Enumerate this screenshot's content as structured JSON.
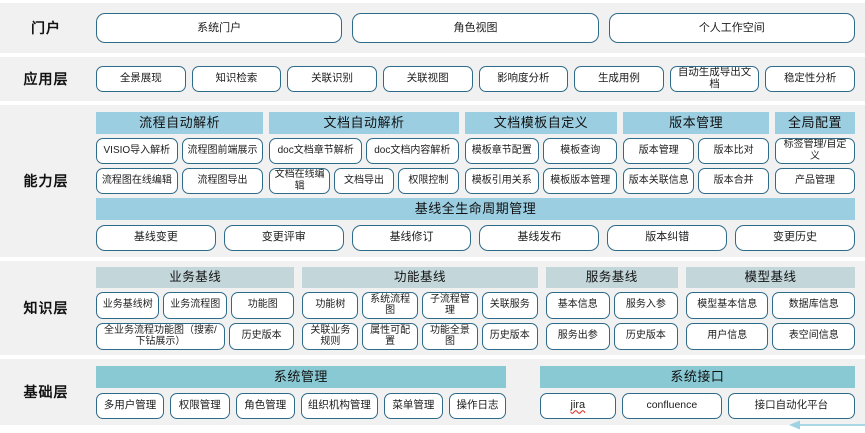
{
  "colors": {
    "row_bg": "#f1f1f1",
    "pill_border": "#2e6b8a",
    "capability_header": "#9ccee2",
    "knowledge_header": "#c3d6da",
    "base_header": "#89c9d4",
    "arrow": "#9fd3e3",
    "page_bg": "#ffffff"
  },
  "layers": [
    {
      "key": "portal",
      "label": "门户",
      "items": [
        "系统门户",
        "角色视图",
        "个人工作空间"
      ]
    },
    {
      "key": "application",
      "label": "应用层",
      "items": [
        "全景展现",
        "知识检索",
        "关联识别",
        "关联视图",
        "影响度分析",
        "生成用例",
        "自动生成导出文档",
        "稳定性分析"
      ]
    },
    {
      "key": "capability",
      "label": "能力层",
      "groups": [
        {
          "title": "流程自动解析",
          "flex": 23,
          "rows": [
            [
              "VISIO导入解析",
              "流程图前端展示"
            ],
            [
              "流程图在线编辑",
              "流程图导出"
            ]
          ]
        },
        {
          "title": "文档自动解析",
          "flex": 26,
          "rows": [
            [
              "doc文档章节解析",
              "doc文档内容解析"
            ],
            [
              "文档在线编辑",
              "文档导出",
              "权限控制"
            ]
          ]
        },
        {
          "title": "文档模板自定义",
          "flex": 21,
          "rows": [
            [
              "模板章节配置",
              "模板查询"
            ],
            [
              "模板引用关系",
              "模板版本管理"
            ]
          ]
        },
        {
          "title": "版本管理",
          "flex": 20,
          "rows": [
            [
              "版本管理",
              "版本比对"
            ],
            [
              "版本关联信息",
              "版本合并"
            ]
          ]
        },
        {
          "title": "全局配置",
          "flex": 11,
          "rows": [
            [
              "标签管理/自定义"
            ],
            [
              "产品管理"
            ]
          ]
        }
      ],
      "baseline": {
        "title": "基线全生命周期管理",
        "items": [
          "基线变更",
          "变更评审",
          "基线修订",
          "基线发布",
          "版本纠错",
          "变更历史"
        ]
      }
    },
    {
      "key": "knowledge",
      "label": "知识层",
      "groups": [
        {
          "title": "业务基线",
          "flex": 27,
          "rows": [
            [
              "业务基线树",
              "业务流程图",
              "功能图"
            ],
            [
              "全业务流程功能图（搜索/下钻展示）",
              "历史版本"
            ]
          ],
          "row_weights": [
            [
              1,
              1,
              1
            ],
            [
              2.1,
              1
            ]
          ]
        },
        {
          "title": "功能基线",
          "flex": 32,
          "rows": [
            [
              "功能树",
              "系统流程图",
              "子流程管理",
              "关联服务"
            ],
            [
              "关联业务规则",
              "属性可配置",
              "功能全景图",
              "历史版本"
            ]
          ],
          "row_weights": [
            [
              1,
              1,
              1,
              1
            ],
            [
              1,
              1,
              1,
              1
            ]
          ]
        },
        {
          "title": "服务基线",
          "flex": 18,
          "rows": [
            [
              "基本信息",
              "服务入参"
            ],
            [
              "服务出参",
              "历史版本"
            ]
          ],
          "row_weights": [
            [
              1,
              1
            ],
            [
              1,
              1
            ]
          ]
        },
        {
          "title": "模型基线",
          "flex": 23,
          "rows": [
            [
              "模型基本信息",
              "数据库信息"
            ],
            [
              "用户信息",
              "表空间信息"
            ]
          ],
          "row_weights": [
            [
              1,
              1
            ],
            [
              1,
              1
            ]
          ]
        }
      ]
    },
    {
      "key": "foundation",
      "label": "基础层",
      "groups": [
        {
          "title": "系统管理",
          "flex": 52,
          "items": [
            "多用户管理",
            "权限管理",
            "角色管理",
            "组织机构管理",
            "菜单管理",
            "操作日志"
          ],
          "weights": [
            1.05,
            0.9,
            0.9,
            1.2,
            0.9,
            0.85
          ]
        },
        {
          "title": "系统接口",
          "flex": 40,
          "items": [
            "jira",
            "confluence",
            "接口自动化平台"
          ],
          "weights": [
            1,
            1.35,
            1.75
          ],
          "misspelled": [
            "jira"
          ]
        }
      ]
    }
  ]
}
